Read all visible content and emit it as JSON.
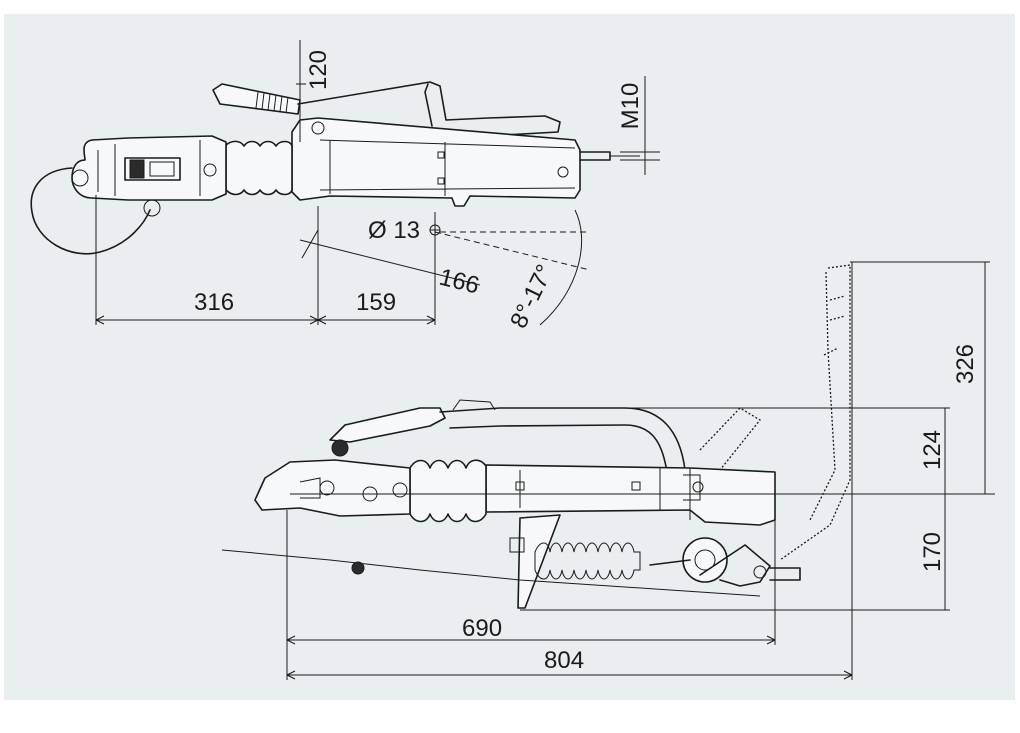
{
  "dimensions": {
    "top_view": {
      "height_120": "120",
      "thread_m10": "M10",
      "hole_diameter": "Ø 13",
      "width_166": "166",
      "angle_range": "8°-17°",
      "length_316": "316",
      "length_159": "159"
    },
    "side_view": {
      "height_326": "326",
      "height_124": "124",
      "height_170": "170",
      "length_690": "690",
      "length_804": "804"
    }
  }
}
